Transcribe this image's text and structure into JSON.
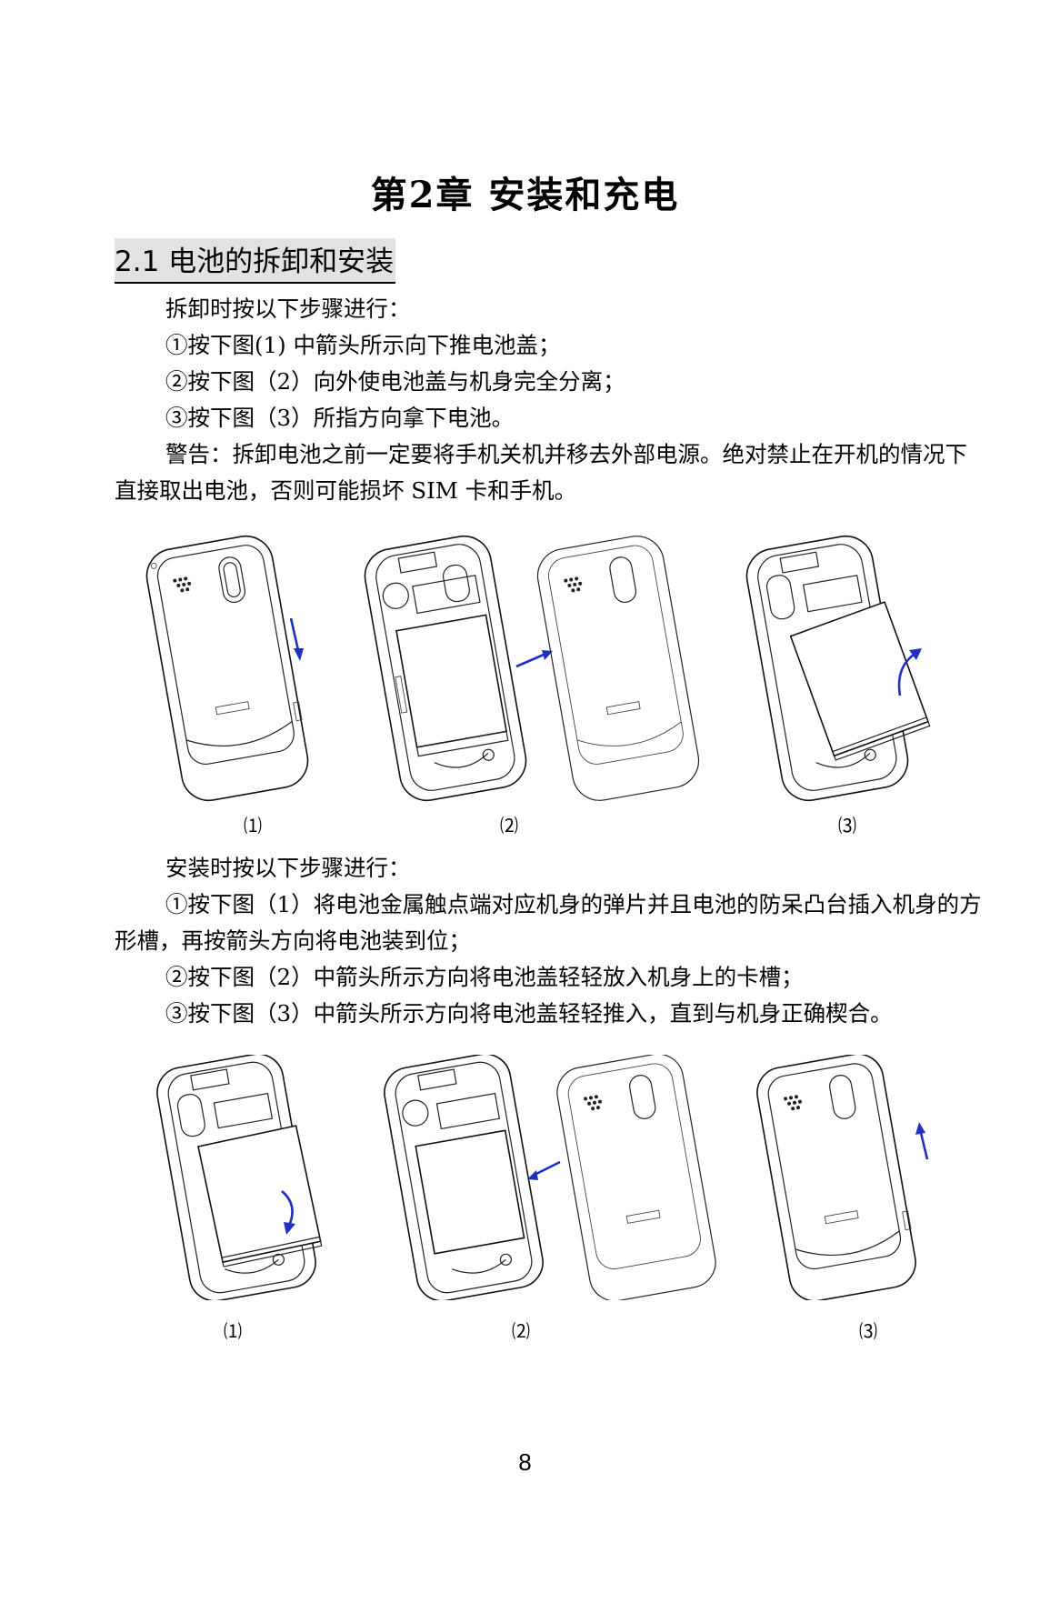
{
  "chapter_title": "第2章  安装和充电",
  "section_heading": "2.1  电池的拆卸和安装",
  "removal": {
    "intro": "拆卸时按以下步骤进行：",
    "step1": "①按下图(1)  中箭头所示向下推电池盖；",
    "step2": "②按下图（2）向外使电池盖与机身完全分离；",
    "step3": "③按下图（3）所指方向拿下电池。",
    "warning": "警告：拆卸电池之前一定要将手机关机并移去外部电源。绝对禁止在开机的情况下直接取出电池，否则可能损坏 SIM 卡和手机。",
    "captions": [
      "⑴",
      "⑵",
      "⑶"
    ]
  },
  "install": {
    "intro": "安装时按以下步骤进行：",
    "step1": "①按下图（1）将电池金属触点端对应机身的弹片并且电池的防呆凸台插入机身的方形槽，再按箭头方向将电池装到位；",
    "step2": "②按下图（2）中箭头所示方向将电池盖轻轻放入机身上的卡槽；",
    "step3": "③按下图（3）中箭头所示方向将电池盖轻轻推入，直到与机身正确楔合。",
    "captions": [
      "⑴",
      "⑵",
      "⑶"
    ]
  },
  "page_number": "8",
  "colors": {
    "arrow": "#1f2fbf",
    "heading_bg": "#e2e2e2"
  }
}
